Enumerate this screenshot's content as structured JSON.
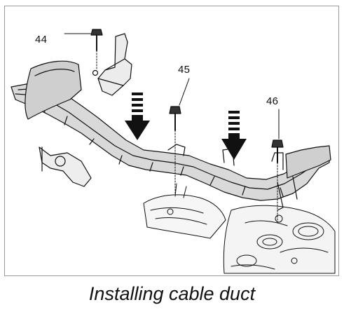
{
  "callouts": {
    "bolt_44": "44",
    "bolt_45": "45",
    "bolt_46": "46"
  },
  "caption": "Installing cable duct",
  "colors": {
    "line": "#111111",
    "frame": "#9a9a9a",
    "shade": "#d9d9d9"
  }
}
